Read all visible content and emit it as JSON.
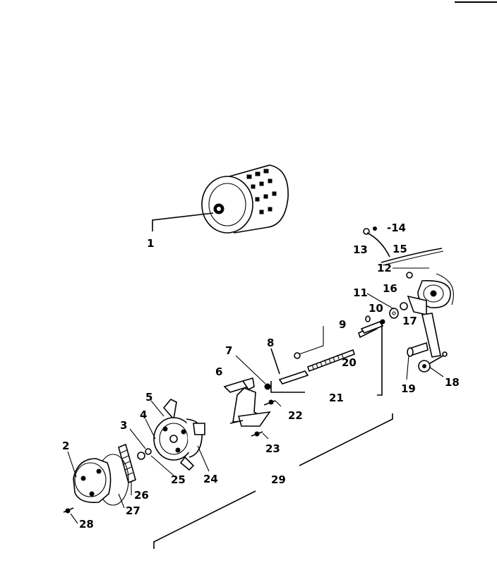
{
  "diagram": {
    "callouts": {
      "c1": "1",
      "c2": "2",
      "c3": "3",
      "c4": "4",
      "c5": "5",
      "c6": "6",
      "c7": "7",
      "c8": "8",
      "c9": "9",
      "c10": "10",
      "c11": "11",
      "c12": "12",
      "c13": "13",
      "c14": "-14",
      "c15": "15",
      "c16": "16",
      "c17": "17",
      "c18": "18",
      "c19": "19",
      "c20": "20",
      "c21": "21",
      "c22": "22",
      "c23": "23",
      "c24": "24",
      "c25": "25",
      "c26": "26",
      "c27": "27",
      "c28": "28",
      "c29": "29"
    }
  }
}
